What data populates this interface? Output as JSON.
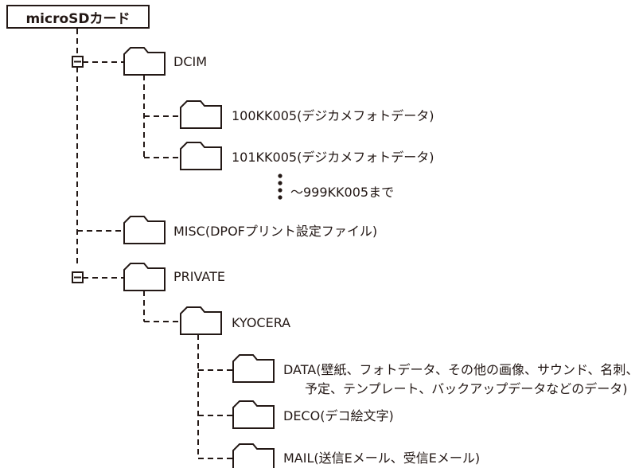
{
  "root": {
    "label": "microSDカード"
  },
  "folders": {
    "dcim": {
      "label": "DCIM"
    },
    "dcim_100": {
      "label": "100KK005(デジカメフォトデータ)"
    },
    "dcim_101": {
      "label": "101KK005(デジカメフォトデータ)"
    },
    "dcim_more": {
      "label": "〜999KK005まで"
    },
    "misc": {
      "label": "MISC(DPOFプリント設定ファイル)"
    },
    "private": {
      "label": "PRIVATE"
    },
    "kyocera": {
      "label": "KYOCERA"
    },
    "data_line1": {
      "label": "DATA(壁紙、フォトデータ、その他の画像、サウンド、名刺、"
    },
    "data_line2": {
      "label": "予定、テンプレート、バックアップデータなどのデータ)"
    },
    "deco": {
      "label": "DECO(デコ絵文字)"
    },
    "mail": {
      "label": "MAIL(送信Eメール、受信Eメール)"
    }
  }
}
